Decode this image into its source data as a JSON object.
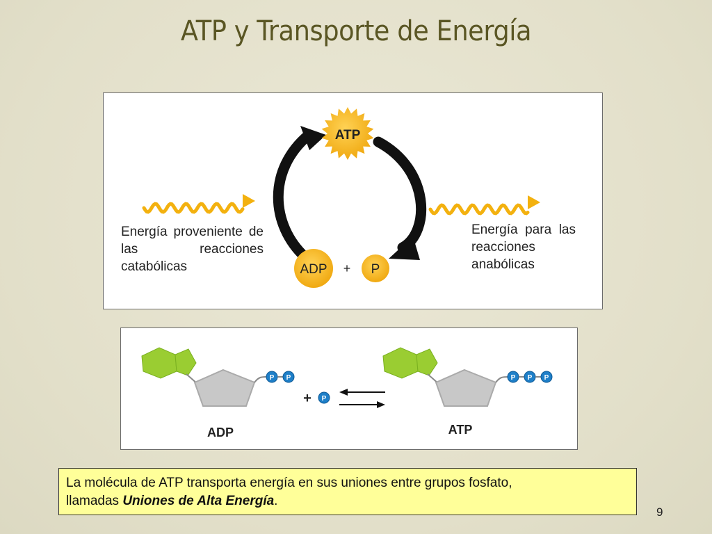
{
  "slide": {
    "title": "ATP y Transporte de Energía",
    "page_number": "9"
  },
  "cycle_diagram": {
    "atp_label": "ATP",
    "adp_label": "ADP",
    "plus_sign": "+",
    "phosphate_label": "P",
    "left_caption": "Energía proveniente de las reacciones catabólicas",
    "right_caption": "Energía para las reacciones anabólicas"
  },
  "structure_diagram": {
    "adp_label": "ADP",
    "atp_label": "ATP",
    "plus_sign": "+",
    "phosphate_symbol": "P",
    "adp_phosphate_count": 2,
    "atp_phosphate_count": 3
  },
  "note": {
    "text_line1": "La molécula de ATP transporta energía en sus uniones entre grupos fosfato,",
    "text_prefix": "llamadas ",
    "emphasis": "Uniones de Alta Energía",
    "suffix": "."
  },
  "colors": {
    "title": "#5a5624",
    "gold": "#f5b51c",
    "wave": "#f3b10f",
    "adenine_green": "#9acd32",
    "ribose_gray": "#c8c8c8",
    "phosphate_blue": "#1e7fc8",
    "note_background": "#ffff99"
  }
}
